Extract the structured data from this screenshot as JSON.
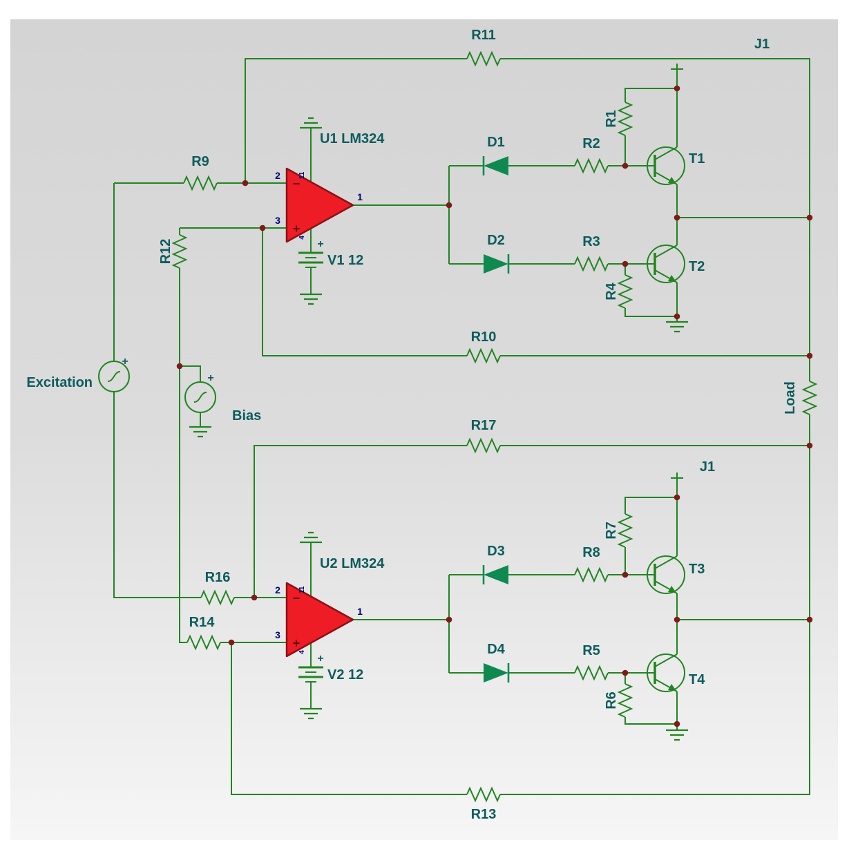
{
  "schematic": {
    "labels": {
      "r1": "R1",
      "r2": "R2",
      "r3": "R3",
      "r4": "R4",
      "r5": "R5",
      "r6": "R6",
      "r7": "R7",
      "r8": "R8",
      "r9": "R9",
      "r10": "R10",
      "r11": "R11",
      "r12": "R12",
      "r13": "R13",
      "r14": "R14",
      "r16": "R16",
      "r17": "R17",
      "load": "Load",
      "d1": "D1",
      "d2": "D2",
      "d3": "D3",
      "d4": "D4",
      "t1": "T1",
      "t2": "T2",
      "t3": "T3",
      "t4": "T4",
      "u1": "U1 LM324",
      "u2": "U2 LM324",
      "v1": "V1 12",
      "v2": "V2 12",
      "excitation": "Excitation",
      "bias": "Bias",
      "j1_top": "J1",
      "j1_bottom": "J1"
    },
    "pins": {
      "inverting": "2",
      "noninverting": "3",
      "output": "1",
      "positive_supply": "4",
      "negative_supply": "11",
      "plus": "+",
      "minus": "−"
    },
    "colors": {
      "wire": "#218521",
      "diode_fill": "#0e8a50",
      "label": "#0d5c5c",
      "pin_number": "#00007d",
      "opamp_fill": "#ee1c25",
      "opamp_outline": "#8c1016",
      "junction_dot": "#7d1a1a",
      "background_top": "#d5d5d5",
      "background_bottom": "#f6f6f6"
    }
  }
}
